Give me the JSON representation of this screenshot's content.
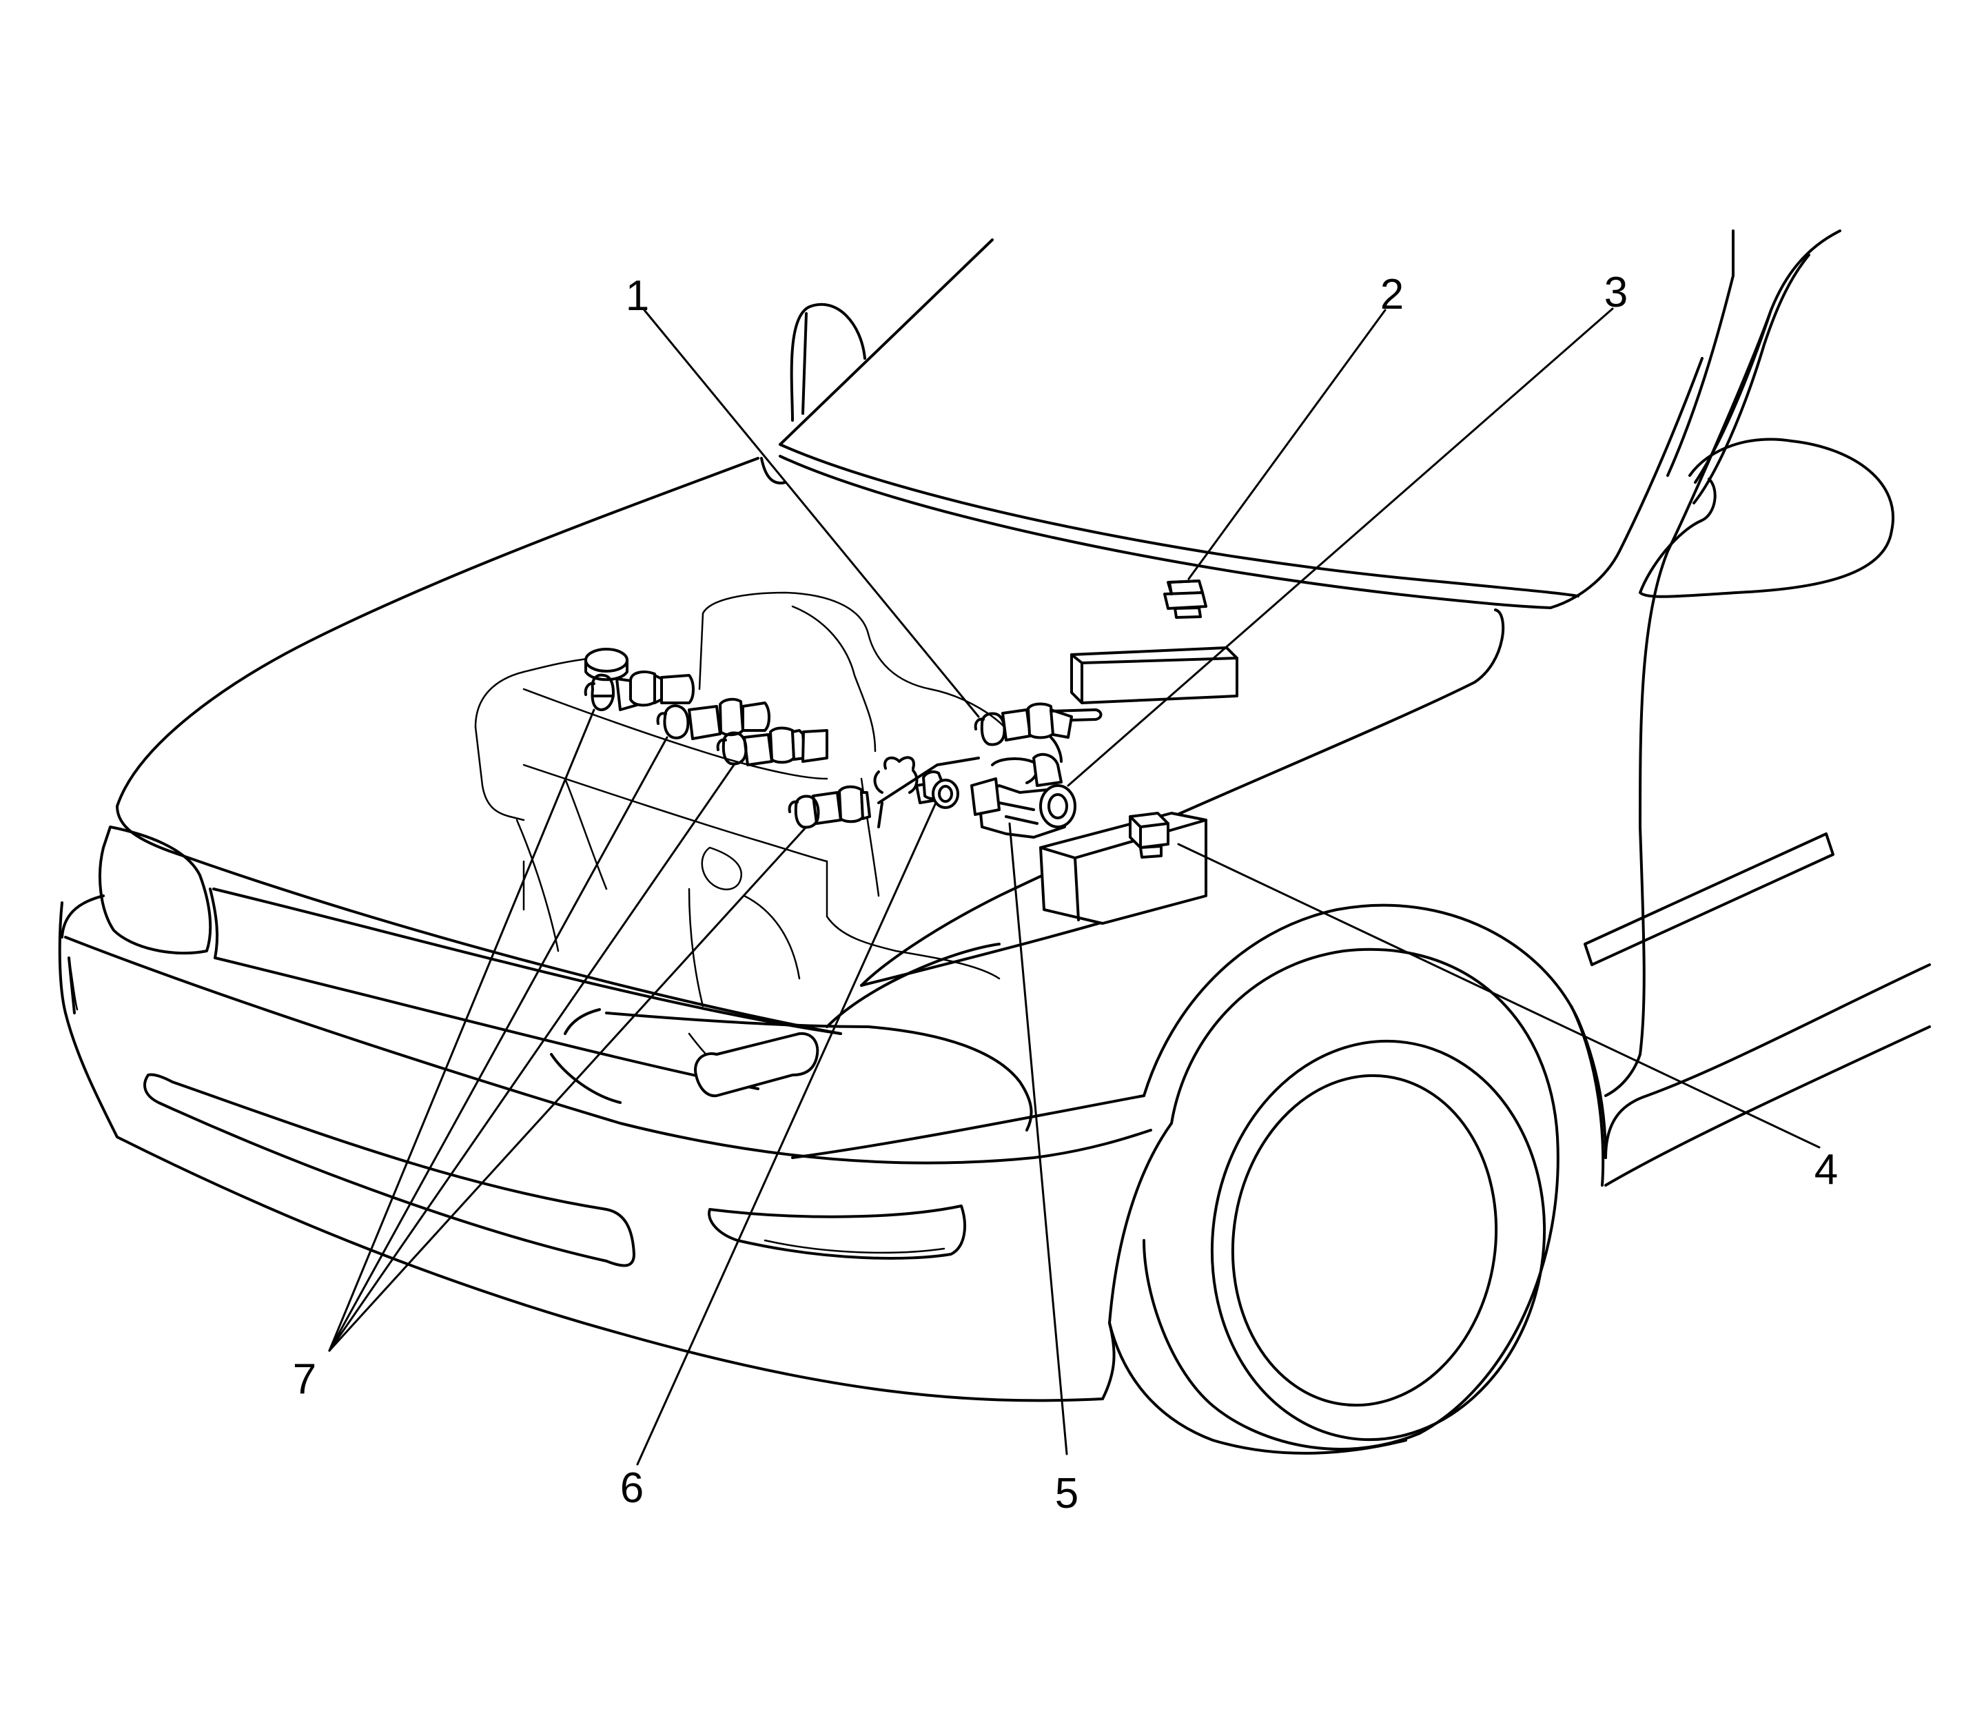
{
  "callouts": [
    {
      "id": "1",
      "label": "1"
    },
    {
      "id": "2",
      "label": "2"
    },
    {
      "id": "3",
      "label": "3"
    },
    {
      "id": "4",
      "label": "4"
    },
    {
      "id": "5",
      "label": "5"
    },
    {
      "id": "6",
      "label": "6"
    },
    {
      "id": "7",
      "label": "7"
    }
  ],
  "colors": {
    "ink": "#000000",
    "background": "#ffffff"
  }
}
